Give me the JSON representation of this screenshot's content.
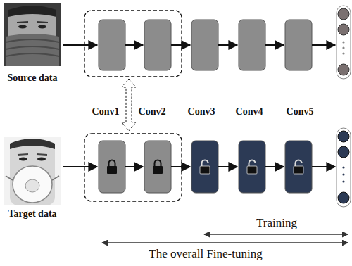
{
  "diagram": {
    "nodes": [
      {
        "text": [
          "Source data"
        ]
      },
      {
        "text": [
          "Target data"
        ]
      }
    ],
    "labels": [
      "Conv1",
      "Conv2",
      "Conv3",
      "Conv4",
      "Conv5",
      "Training",
      "The overall Fine-tuning"
    ]
  }
}
